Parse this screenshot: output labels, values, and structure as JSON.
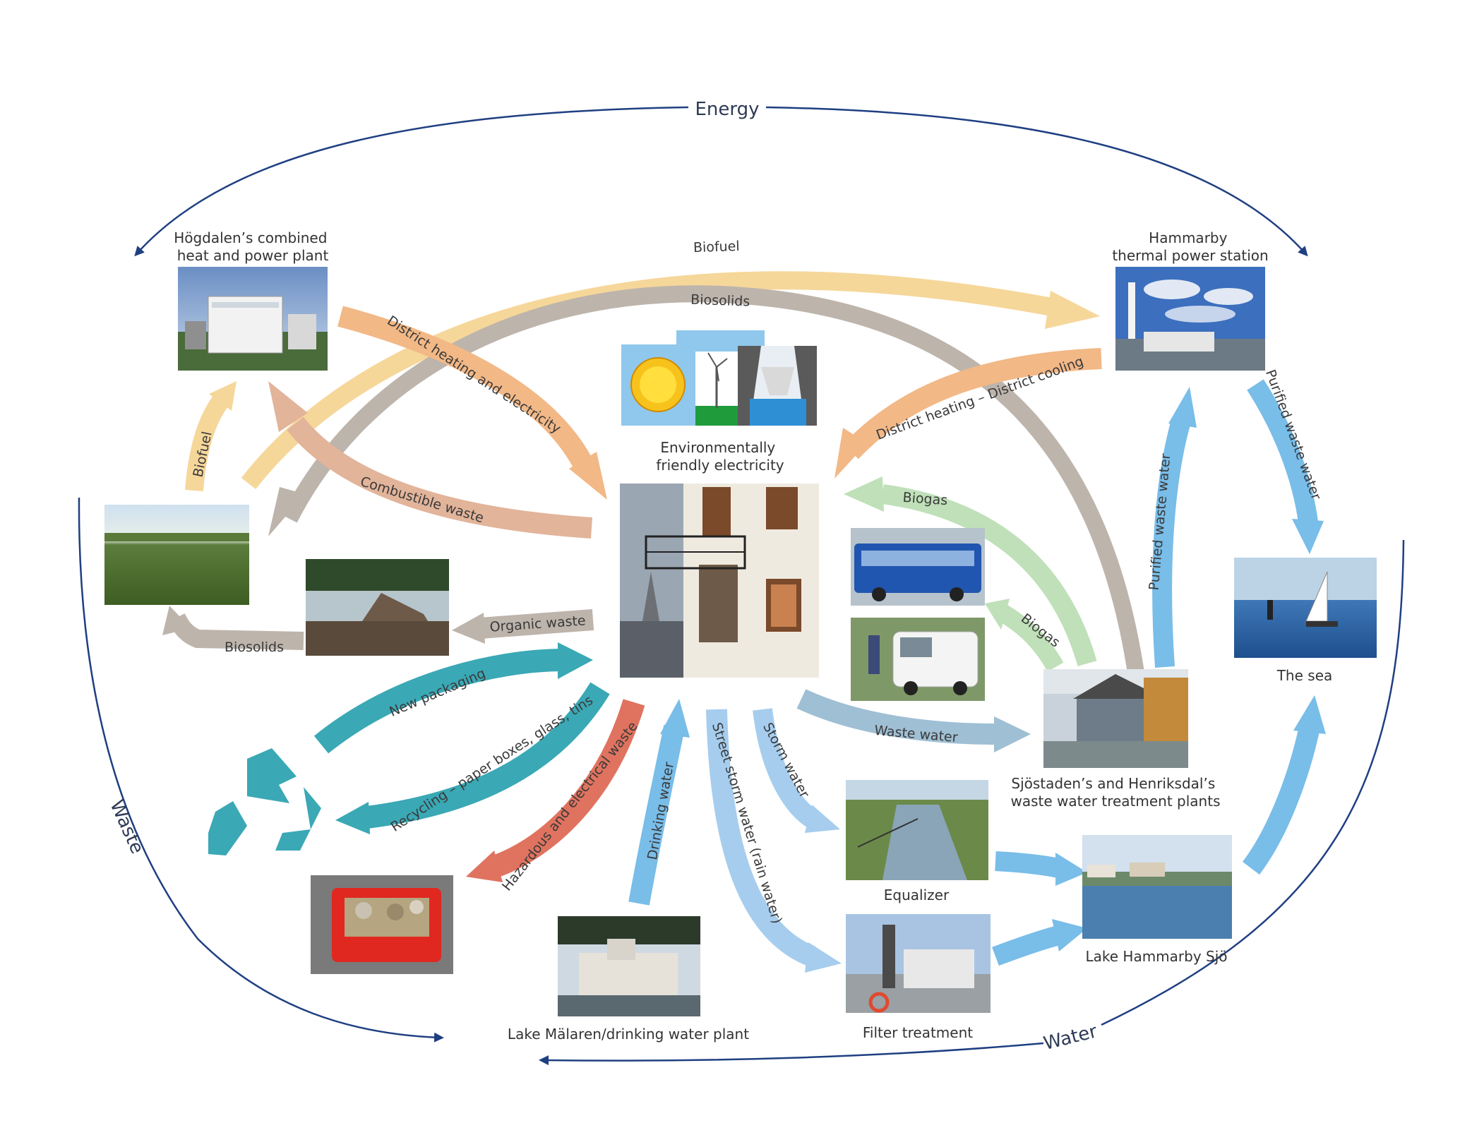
{
  "cycle_labels": {
    "energy": "Energy",
    "waste": "Waste",
    "water": "Water"
  },
  "nodes": {
    "hogdalen": [
      "Högdalen’s combined",
      "heat and power plant"
    ],
    "hammarby_thermal": [
      "Hammarby",
      "thermal power station"
    ],
    "electricity": [
      "Environmentally",
      "friendly electricity"
    ],
    "sjostaden": [
      "Sjöstaden’s and Henriksdal’s",
      "waste water treatment plants"
    ],
    "sea": "The sea",
    "equalizer": "Equalizer",
    "lake_hammarby": "Lake Hammarby Sjö",
    "filter": "Filter treatment",
    "malaren": "Lake Mälaren/drinking water plant"
  },
  "flows": {
    "biofuel_top": "Biofuel",
    "biosolids_top": "Biosolids",
    "district_heating_electricity": "District heating and electricity",
    "district_heating_cooling": "District heating – District cooling",
    "biofuel_left": "Biofuel",
    "combustible_waste": "Combustible waste",
    "biogas_top": "Biogas",
    "biogas_bottom": "Biogas",
    "organic_waste": "Organic waste",
    "biosolids_left": "Biosolids",
    "new_packaging": "New packaging",
    "recycling": "Recycling – paper boxes, glass, tins",
    "hazardous": "Hazardous and electrical waste",
    "drinking_water": "Drinking water",
    "street_storm": "Street storm water (rain water)",
    "storm_water": "Storm water",
    "waste_water": "Waste water",
    "purified_up": "Purified waste water",
    "purified_sea": "Purified waste water"
  },
  "colors": {
    "biofuel": "#f6d79a",
    "biosolids": "#bdb4ac",
    "district_heating": "#f2b886",
    "combustible": "#e2b49a",
    "biogas": "#bfe0b8",
    "water": "#79bde9",
    "packaging": "#3aa8b5",
    "hazardous": "#e0735f",
    "cycle": "#1f3f82"
  },
  "icons": [
    "sun-icon",
    "wind-turbine-icon",
    "dam-icon",
    "recycling-icon"
  ]
}
